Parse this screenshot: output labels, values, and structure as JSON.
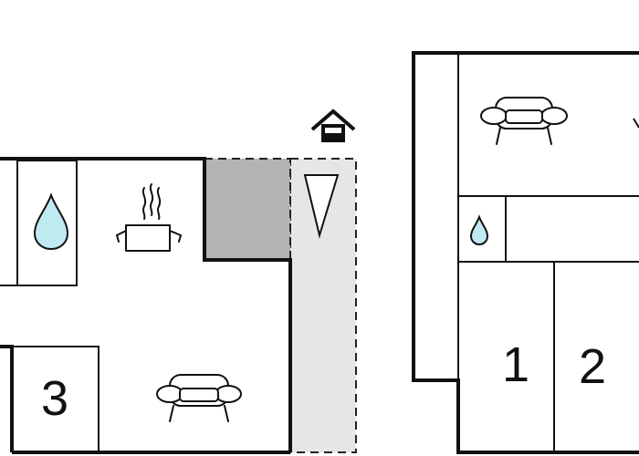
{
  "rooms": [
    {
      "number": "3"
    },
    {
      "number": "1"
    },
    {
      "number": "2"
    }
  ],
  "icons": [
    "water-drop-icon",
    "cooking-pot-icon",
    "sofa-icon",
    "entrance-house-icon",
    "terrace-triangle-icon"
  ],
  "colors": {
    "wall": "#111111",
    "terrace_fill": "#e6e6e6",
    "shaded_room": "#b3b3b3",
    "water": "#bfeaf2"
  }
}
